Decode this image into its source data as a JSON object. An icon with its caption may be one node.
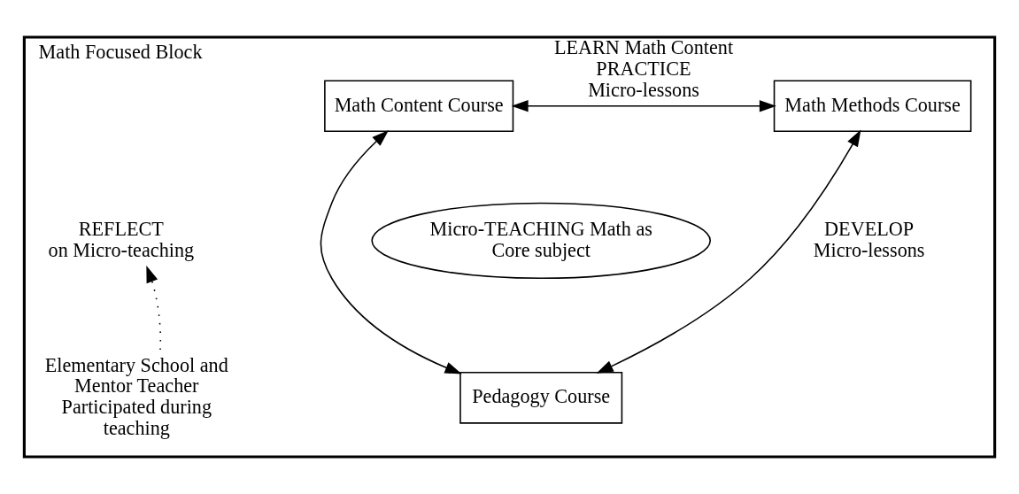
{
  "diagram": {
    "nodes": [
      {
        "text": [
          "Math Focused Block"
        ]
      },
      {
        "text": [
          "Math Content Course"
        ],
        "in": 0
      },
      {
        "text": [
          "Math Methods Course"
        ],
        "in": 0
      },
      {
        "text": [
          "Pedagogy Course"
        ],
        "in": 0
      },
      {
        "text": [
          "Micro-TEACHING Math as Core subject"
        ],
        "in": 0
      },
      {
        "text": [
          "REFLECT",
          "on Micro-teaching"
        ],
        "in": 0
      },
      {
        "text": [
          "Elementary School and Mentor Teacher Participated during teaching"
        ],
        "in": 0
      }
    ],
    "edges": [
      {
        "from": 1,
        "to": 2,
        "arrow": "both",
        "label": "LEARN Math Content PRACTICE Micro-lessons"
      },
      {
        "from": 1,
        "to": 3,
        "arrow": "both"
      },
      {
        "from": 2,
        "to": 3,
        "arrow": "both",
        "label": "DEVELOP Micro-lessons"
      },
      {
        "from": 6,
        "to": 5,
        "arrow": "to",
        "style": "dashed"
      }
    ]
  }
}
